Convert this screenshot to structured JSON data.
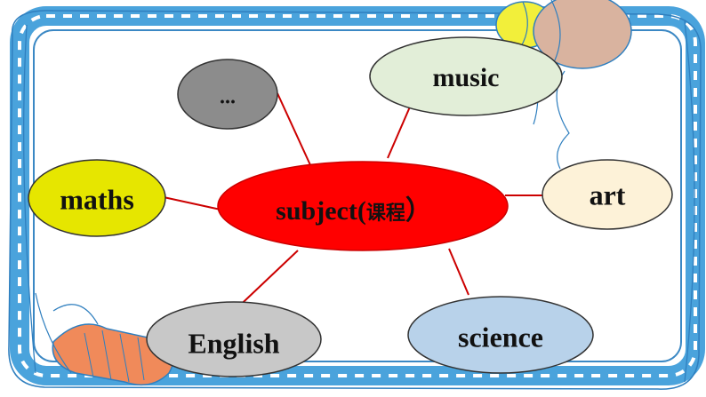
{
  "center": {
    "text": "subject(",
    "chinese": "课程",
    "close": "）",
    "color": "#ff0000"
  },
  "nodes": {
    "ellipsis": {
      "text": "...",
      "color": "#8c8c8c"
    },
    "music": {
      "text": "music",
      "color": "#e2eed8"
    },
    "maths": {
      "text": "maths",
      "color": "#e6e600"
    },
    "art": {
      "text": "art",
      "color": "#fdf2d8"
    },
    "english": {
      "text": "English",
      "color": "#c8c8c8"
    },
    "science": {
      "text": "science",
      "color": "#b8d2ea"
    }
  },
  "colors": {
    "frame_blue": "#4aa3dc",
    "connector_red": "#cc0000",
    "balloon_yellow": "#f2ef3a",
    "balloon_pink": "#d9b39f",
    "balloon_orange": "#f08a5a"
  }
}
